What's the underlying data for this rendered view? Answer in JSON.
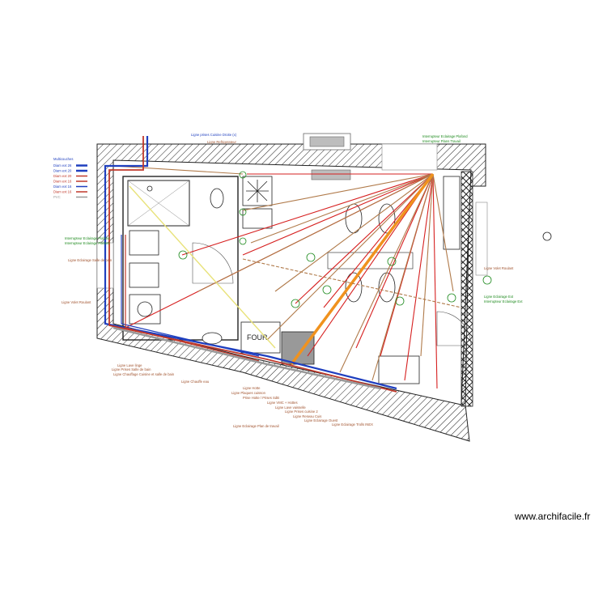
{
  "legend": {
    "title": "Multicouches",
    "items": [
      {
        "label": "Diam ext 26",
        "color": "#1f3fbf"
      },
      {
        "label": "Diam ext 20",
        "color": "#1f3fbf"
      },
      {
        "label": "Diam ext 20",
        "color": "#c0392b"
      },
      {
        "label": "Diam ext 16",
        "color": "#c0392b"
      },
      {
        "label": "Diam ext 16",
        "color": "#1f3fbf"
      },
      {
        "label": "Diam ext 16",
        "color": "#c0392b"
      },
      {
        "label": "PVC",
        "color": "#999999"
      }
    ]
  },
  "labels": {
    "prises_cuisine": "Ligne prises Cuisine Droite (x)",
    "refrigerateur": "Ligne Refrigerateur",
    "inter_plafond": "Interrupteur Eclairage Plafond",
    "inter_plans": "Interrupteur Plans Travail",
    "inter_eclairage_left1": "Interrupteur Eclairage Plafond",
    "inter_eclairage_left2": "Interrupteur Eclairage Plafond",
    "ligne_eclairage_left": "Ligne Eclairage Salle de bain",
    "ligne_volet_left": "Ligne Volet Roulant",
    "ligne_volet_right": "Ligne Volet Roulant",
    "ligne_eclairage_ext": "Ligne Eclairage Ext",
    "inter_eclairage_ext": "Interrupteur Eclairage Ext",
    "bottom_1": "Ligne Lave linge",
    "bottom_2": "Ligne Prises Salle de bain",
    "bottom_3": "Ligne Chauffage Cuisine et salle de bain",
    "bottom_4": "Ligne Chauffe eau",
    "bottom_5": "Ligne Hotte",
    "bottom_6": "Ligne Plaques cuisson",
    "bottom_7": "Prise Hotte / Prises SdB",
    "bottom_8": "Ligne VMC + Hottes",
    "bottom_9": "Ligne Lave vaisselle",
    "bottom_10": "Ligne Prises cuisine 2",
    "bottom_11": "Ligne Reseau Cuis",
    "bottom_12": "Ligne Eclairage Ouest",
    "bottom_13": "Ligne Eclairage Trolls INEX",
    "bottom_14": "Ligne Eclairage Plan de travail",
    "four": "FOUR"
  },
  "colors": {
    "red_line": "#d62020",
    "brown_line": "#b07a4a",
    "orange_line": "#f0921e",
    "yellow_line": "#e8e27a",
    "blue_pipe": "#1f3fbf",
    "red_pipe": "#c0392b",
    "wall_hatch": "#222222"
  },
  "watermark": "www.archifacile.fr"
}
